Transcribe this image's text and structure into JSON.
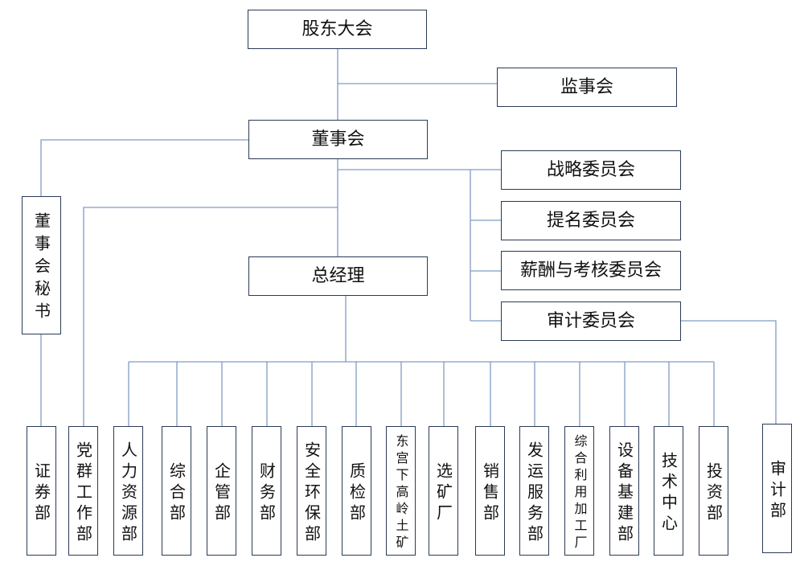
{
  "colors": {
    "connector": "#7f9cc4",
    "border": "#2b3a55",
    "text": "#111111"
  },
  "nodes": {
    "shareholders": "股东大会",
    "supervisors": "监事会",
    "board": "董事会",
    "board_secretary": "董事会秘书",
    "general_manager": "总经理"
  },
  "committees": [
    "战略委员会",
    "提名委员会",
    "薪酬与考核委员会",
    "审计委员会"
  ],
  "departments": {
    "securities": "证券部",
    "party_affairs": "党群工作部",
    "human_resources": "人力资源部",
    "general_affairs": "综合部",
    "enterprise_management": "企管部",
    "finance": "财务部",
    "safety_environment": "安全环保部",
    "quality_inspection": "质检部",
    "donggongxia_kaolin_mine": "东宫下高岭土矿",
    "ore_dressing_plant": "选矿厂",
    "sales": "销售部",
    "shipping_service": "发运服务部",
    "comprehensive_utilization_plant": "综合利用加工厂",
    "equipment_infrastructure": "设备基建部",
    "technology_center": "技术中心",
    "investment": "投资部",
    "audit": "审计部"
  }
}
